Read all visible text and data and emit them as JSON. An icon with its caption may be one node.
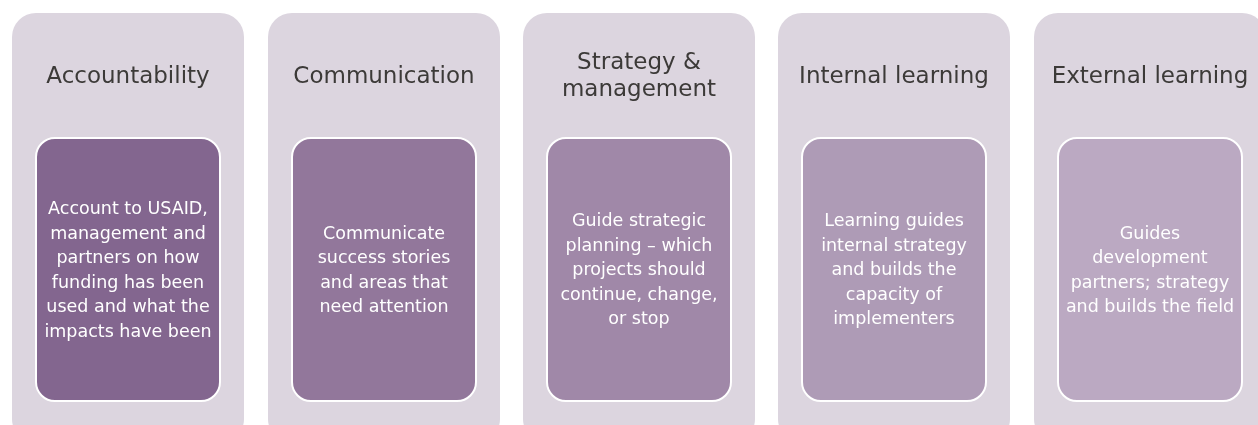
{
  "diagram": {
    "nodes": [
      {
        "text": [
          "Accountability"
        ]
      },
      {
        "text": [
          "Account to USAID, management and partners on how funding has been used and what the impacts have been"
        ],
        "in": 0
      },
      {
        "text": [
          "Communication"
        ]
      },
      {
        "text": [
          "Communicate success stories and areas that need attention"
        ],
        "in": 2
      },
      {
        "text": [
          "Strategy & management"
        ]
      },
      {
        "text": [
          "Guide strategic planning – which projects should continue, change, or stop"
        ],
        "in": 4
      },
      {
        "text": [
          "Internal learning"
        ]
      },
      {
        "text": [
          "Learning guides internal strategy and builds the capacity of implementers"
        ],
        "in": 6
      },
      {
        "text": [
          "External learning"
        ]
      },
      {
        "text": [
          "Guides development partners; strategy and builds the field"
        ],
        "in": 8
      }
    ]
  }
}
